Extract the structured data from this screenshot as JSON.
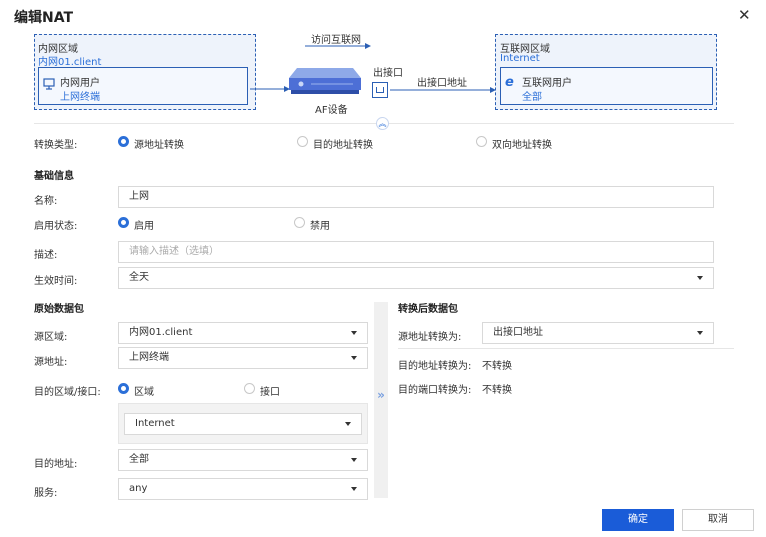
{
  "dialog": {
    "title": "编辑NAT",
    "close_icon": "close-icon"
  },
  "diagram": {
    "inner_zone": {
      "label": "内网区域",
      "name": "内网01.client",
      "user_label": "内网用户",
      "user_name": "上网终端"
    },
    "outer_zone": {
      "label": "互联网区域",
      "name": "Internet",
      "user_label": "互联网用户",
      "user_name": "全部"
    },
    "top_arrow_label": "访问互联网",
    "device_label": "AF设备",
    "exit_port_label": "出接口",
    "exit_addr_label": "出接口地址"
  },
  "conversion_type": {
    "label": "转换类型:",
    "options": [
      {
        "label": "源地址转换",
        "selected": true
      },
      {
        "label": "目的地址转换",
        "selected": false
      },
      {
        "label": "双向地址转换",
        "selected": false
      }
    ]
  },
  "basic": {
    "heading": "基础信息",
    "name_label": "名称:",
    "name_value": "上网",
    "status_label": "启用状态:",
    "status_options": [
      {
        "label": "启用",
        "selected": true
      },
      {
        "label": "禁用",
        "selected": false
      }
    ],
    "desc_label": "描述:",
    "desc_placeholder": "请输入描述（选填）",
    "time_label": "生效时间:",
    "time_value": "全天"
  },
  "original": {
    "heading": "原始数据包",
    "src_zone_label": "源区域:",
    "src_zone_value": "内网01.client",
    "src_addr_label": "源地址:",
    "src_addr_value": "上网终端",
    "dst_label": "目的区域/接口:",
    "dst_options": [
      {
        "label": "区域",
        "selected": true
      },
      {
        "label": "接口",
        "selected": false
      }
    ],
    "dst_zone_value": "Internet",
    "dst_addr_label": "目的地址:",
    "dst_addr_value": "全部",
    "service_label": "服务:",
    "service_value": "any"
  },
  "converted": {
    "heading": "转换后数据包",
    "src_conv_label": "源地址转换为:",
    "src_conv_value": "出接口地址",
    "dst_conv_label": "目的地址转换为:",
    "dst_conv_value": "不转换",
    "port_conv_label": "目的端口转换为:",
    "port_conv_value": "不转换"
  },
  "footer": {
    "ok": "确定",
    "cancel": "取消"
  },
  "colors": {
    "accent": "#1a5cd8",
    "zone_border": "#2b5fb4"
  }
}
